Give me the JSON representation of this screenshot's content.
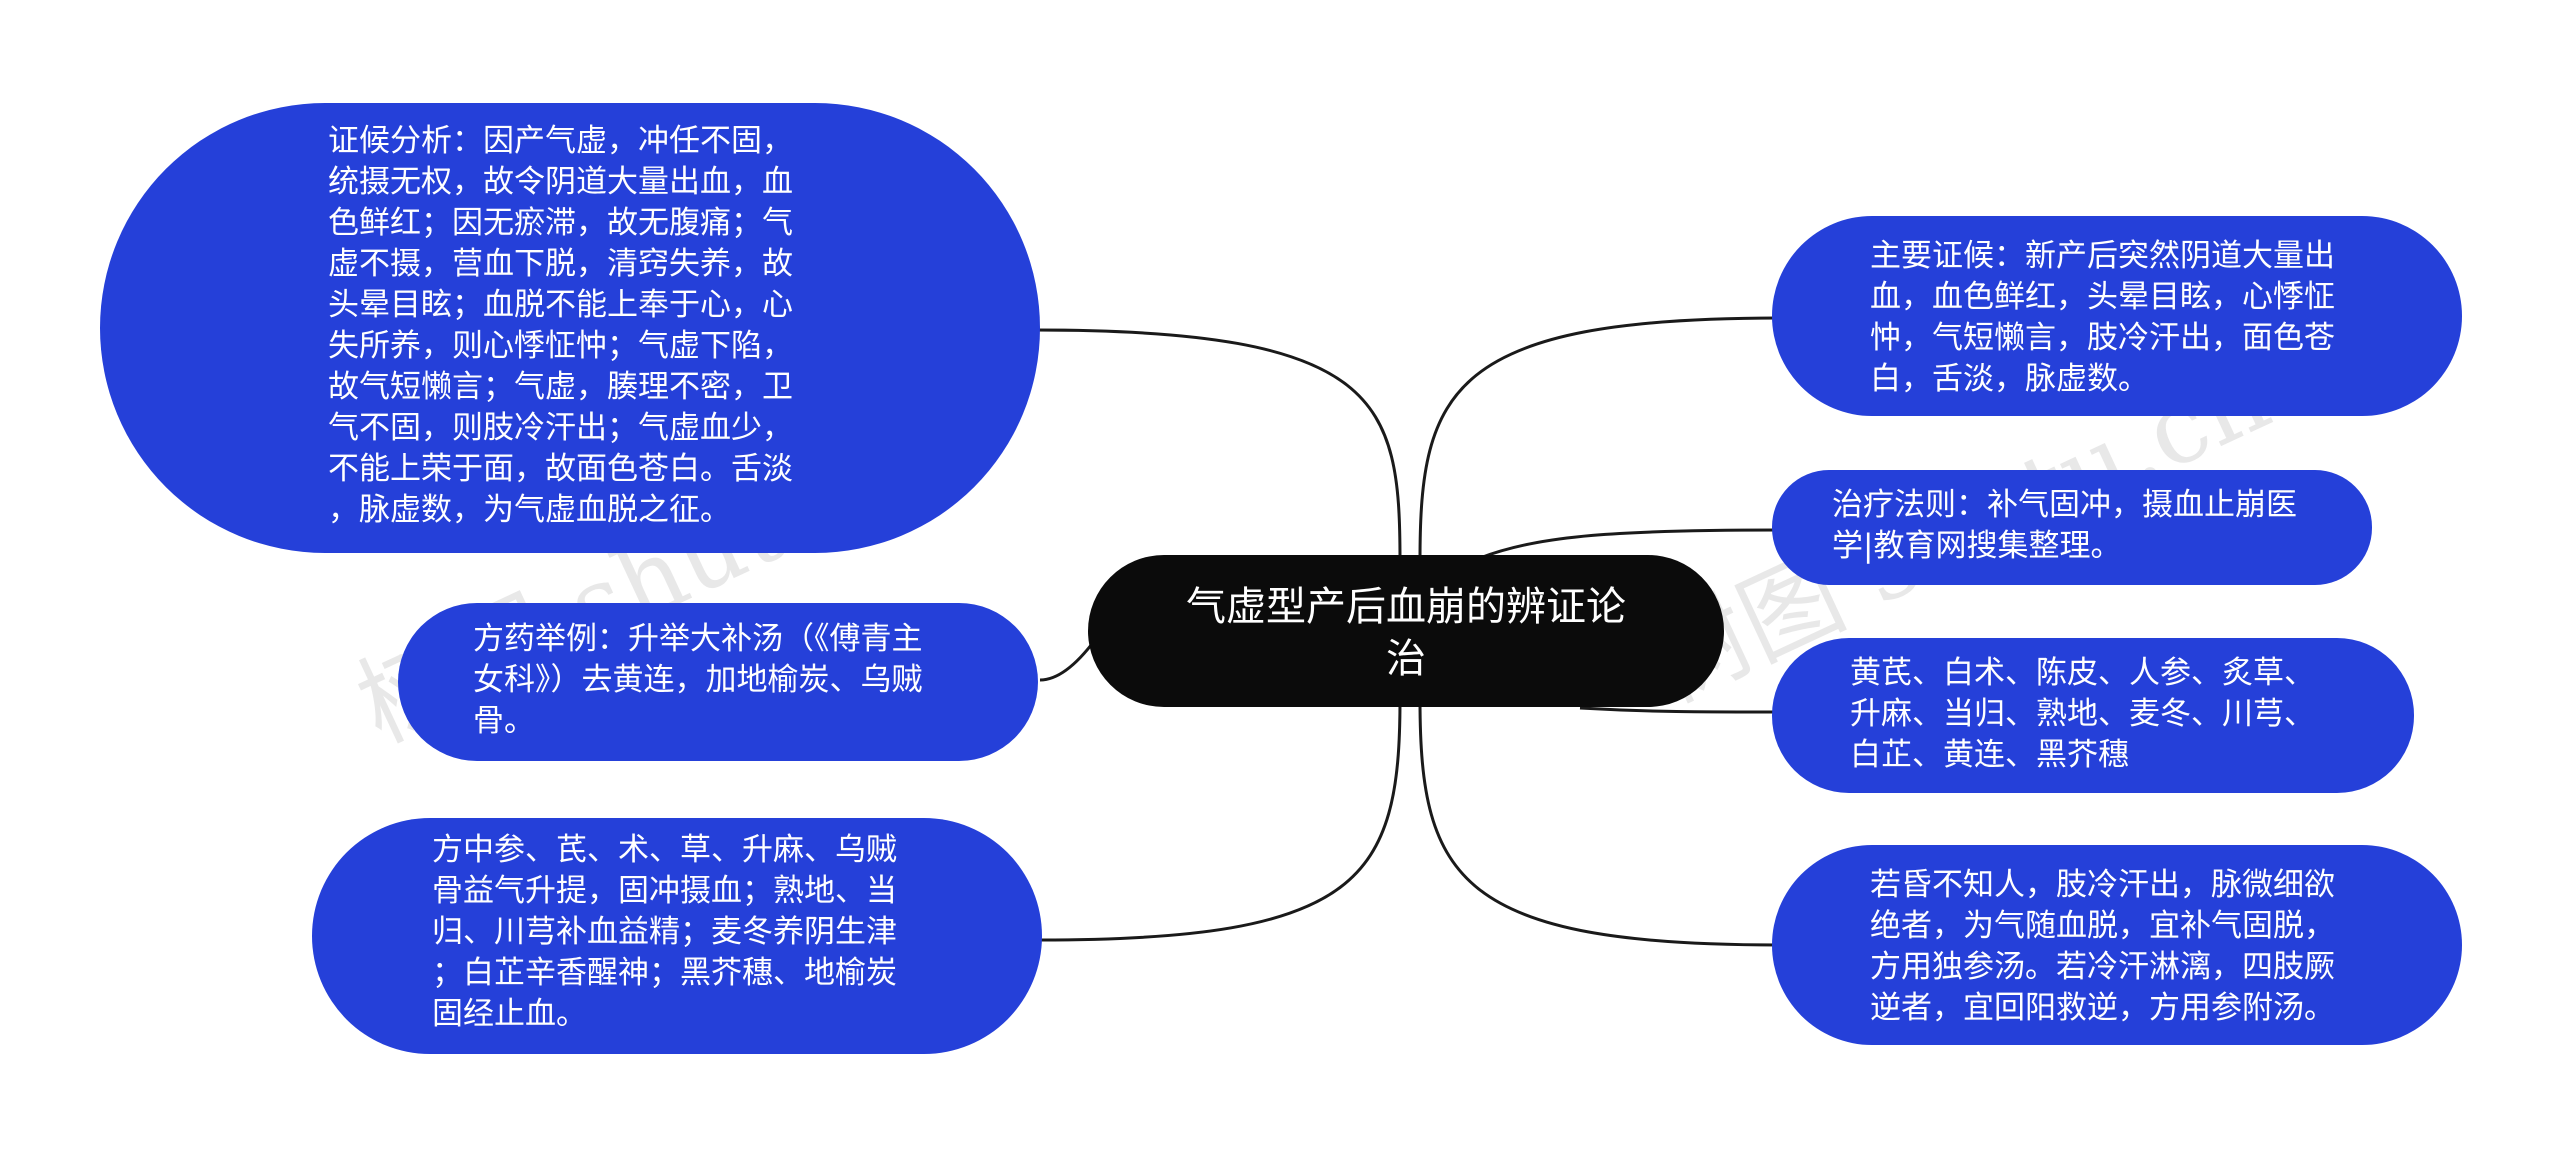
{
  "center": {
    "title": "气虚型产后血崩的辨证论\n治"
  },
  "nodes": {
    "analysis": "证候分析：因产气虚，冲任不固，\n统摄无权，故令阴道大量出血，血\n色鲜红；因无瘀滞，故无腹痛；气\n虚不摄，营血下脱，清窍失养，故\n头晕目眩；血脱不能上奉于心，心\n失所养，则心悸怔忡；气虚下陷，\n故气短懒言；气虚，腠理不密，卫\n气不固，则肢冷汗出；气虚血少，\n不能上荣于面，故面色苍白。舌淡\n，脉虚数，为气虚血脱之征。",
    "prescription": "方药举例：升举大补汤（《傅青主\n女科》）去黄连，加地榆炭、乌贼\n骨。",
    "explanation": "方中参、芪、术、草、升麻、乌贼\n骨益气升提，固冲摄血；熟地、当\n归、川芎补血益精；麦冬养阴生津\n；白芷辛香醒神；黑芥穗、地榆炭\n固经止血。",
    "symptoms": "主要证候：新产后突然阴道大量出\n血，血色鲜红，头晕目眩，心悸怔\n忡，气短懒言，肢冷汗出，面色苍\n白，舌淡，脉虚数。",
    "principle": "治疗法则：补气固冲，摄血止崩医\n学|教育网搜集整理。",
    "herbs": "黄芪、白术、陈皮、人参、炙草、\n升麻、当归、熟地、麦冬、川芎、\n白芷、黄连、黑芥穗",
    "emergency": "若昏不知人，肢冷汗出，脉微细欲\n绝者，为气随血脱，宜补气固脱，\n方用独参汤。若冷汗淋漓，四肢厥\n逆者，宜回阳救逆，方用参附汤。"
  },
  "watermarks": [
    "树图 shutu.cn",
    "树图 shutu.cn"
  ],
  "colors": {
    "node": "#2540d9",
    "center": "#0b0b0b",
    "line": "#1a1a1a"
  }
}
